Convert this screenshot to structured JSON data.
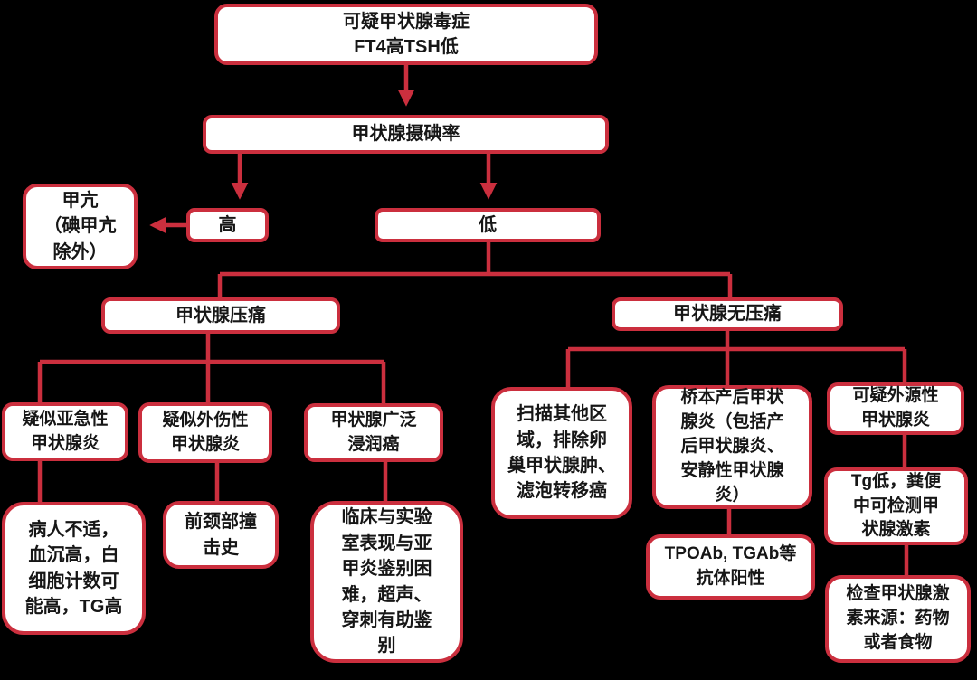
{
  "diagram": {
    "type": "flowchart",
    "language": "zh-CN",
    "topic": "可疑甲状腺毒症诊断流程"
  },
  "colors": {
    "background": "#000000",
    "box_border": "#cb2f3e",
    "box_fill": "#ffffff",
    "line": "#cb2f3e",
    "text": "#161616"
  },
  "nodes": {
    "root": "可疑甲状腺毒症\nFT4高TSH低",
    "uptake": "甲状腺摄碘率",
    "high": "高",
    "low": "低",
    "hyper": "甲亢\n（碘甲亢\n除外）",
    "tender": "甲状腺压痛",
    "nontender": "甲状腺无压痛",
    "subacute": "疑似亚急性\n甲状腺炎",
    "trauma": "疑似外伤性\n甲状腺炎",
    "cancer": "甲状腺广泛\n浸润癌",
    "subacute_findings": "病人不适，\n血沉高，白\n细胞计数可\n能高，TG高",
    "trauma_findings": "前颈部撞\n击史",
    "cancer_findings": "临床与实验\n室表现与亚\n甲炎鉴别困\n难，超声、\n穿刺有助鉴\n别",
    "scan": "扫描其他区\n域，排除卵\n巢甲状腺肿、\n滤泡转移癌",
    "hashimoto": "桥本产后甲状\n腺炎（包括产\n后甲状腺炎、\n安静性甲状腺\n炎）",
    "antibody": "TPOAb, TGAb等\n抗体阳性",
    "exogenous": "可疑外源性\n甲状腺炎",
    "tg_low": "Tg低，粪便\n中可检测甲\n状腺激素",
    "source": "检查甲状腺激\n素来源：药物\n或者食物"
  },
  "edges": [
    {
      "from": "root",
      "to": "uptake",
      "arrow": true
    },
    {
      "from": "uptake",
      "to": "high",
      "arrow": true
    },
    {
      "from": "uptake",
      "to": "low",
      "arrow": true
    },
    {
      "from": "high",
      "to": "hyper",
      "arrow": true
    },
    {
      "from": "low",
      "to": "tender",
      "arrow": false
    },
    {
      "from": "low",
      "to": "nontender",
      "arrow": false
    },
    {
      "from": "tender",
      "to": "subacute",
      "arrow": false
    },
    {
      "from": "tender",
      "to": "trauma",
      "arrow": false
    },
    {
      "from": "tender",
      "to": "cancer",
      "arrow": false
    },
    {
      "from": "subacute",
      "to": "subacute_findings",
      "arrow": false
    },
    {
      "from": "trauma",
      "to": "trauma_findings",
      "arrow": false
    },
    {
      "from": "cancer",
      "to": "cancer_findings",
      "arrow": false
    },
    {
      "from": "nontender",
      "to": "scan",
      "arrow": false
    },
    {
      "from": "nontender",
      "to": "hashimoto",
      "arrow": false
    },
    {
      "from": "nontender",
      "to": "exogenous",
      "arrow": false
    },
    {
      "from": "hashimoto",
      "to": "antibody",
      "arrow": false
    },
    {
      "from": "exogenous",
      "to": "tg_low",
      "arrow": false
    },
    {
      "from": "tg_low",
      "to": "source",
      "arrow": false
    }
  ]
}
